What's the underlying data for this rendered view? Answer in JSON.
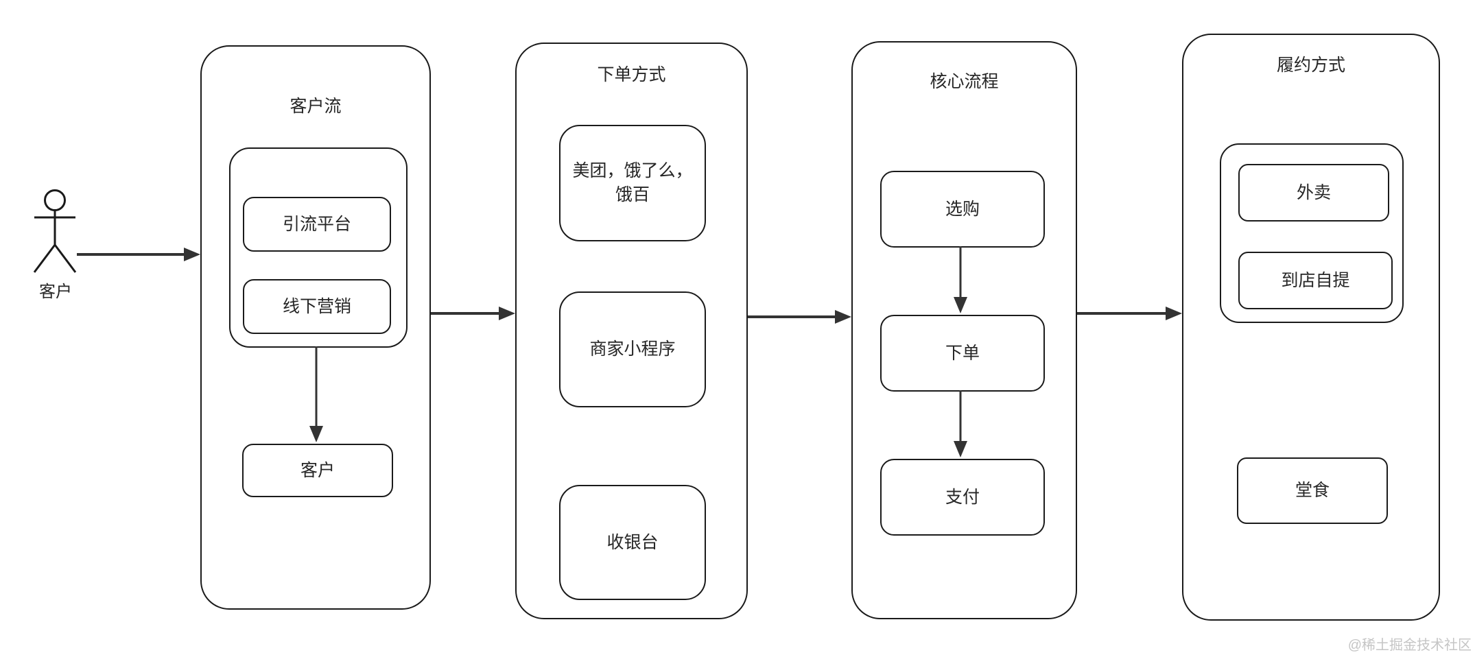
{
  "colors": {
    "stroke-color": "#1a1a1a",
    "arrow-color": "#333333",
    "text-color": "#262626",
    "watermark-color": "#c5c5c5",
    "bg-color": "#ffffff"
  },
  "actor": {
    "label": "客户"
  },
  "groups": [
    {
      "title": "客户流",
      "channels": [
        "引流平台",
        "线下营销"
      ],
      "customer": "客户"
    },
    {
      "title": "下单方式",
      "items": [
        "美团，饿了么，饿百",
        "商家小程序",
        "收银台"
      ]
    },
    {
      "title": "核心流程",
      "steps": [
        "选购",
        "下单",
        "支付"
      ]
    },
    {
      "title": "履约方式",
      "options": [
        "外卖",
        "到店自提"
      ],
      "dine_in": "堂食"
    }
  ],
  "watermark": {
    "text": "@稀土掘金技术社区"
  }
}
